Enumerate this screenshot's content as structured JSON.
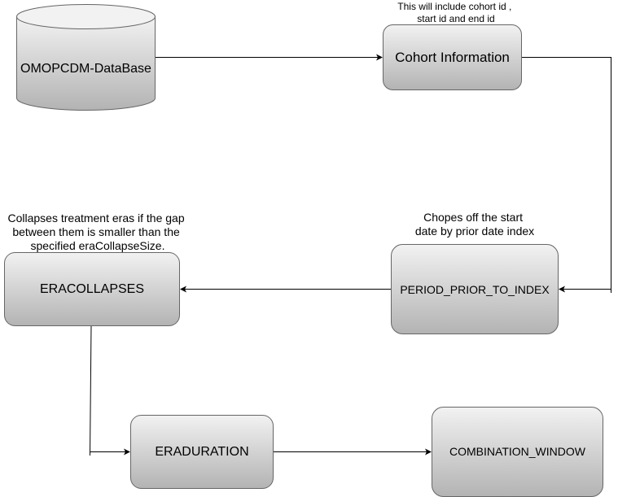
{
  "nodes": {
    "database": {
      "label": "OMOPCDM-DataBase"
    },
    "cohort": {
      "label": "Cohort Information"
    },
    "period": {
      "label": "PERIOD_PRIOR_TO_INDEX"
    },
    "eracollapses": {
      "label": "ERACOLLAPSES"
    },
    "eraduration": {
      "label": "ERADURATION"
    },
    "combination": {
      "label": "COMBINATION_WINDOW"
    }
  },
  "annotations": {
    "cohort_note": [
      "This will include cohort id ,",
      "start id and end id"
    ],
    "period_note": [
      "Chopes off the start",
      "date by prior date index"
    ],
    "eracollapses_note": [
      "Collapses treatment eras if the gap",
      "between them is smaller than the",
      "specified eraCollapseSize."
    ]
  },
  "colors": {
    "node_fill_top": "#f2f2f2",
    "node_fill_bottom": "#b3b3b3",
    "stroke": "#666666",
    "edge": "#000000"
  }
}
